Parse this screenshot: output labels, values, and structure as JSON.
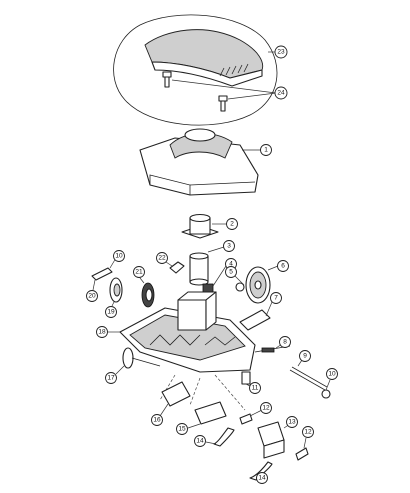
{
  "callouts": [
    {
      "id": "c23",
      "label": "23"
    },
    {
      "id": "c24",
      "label": "24"
    },
    {
      "id": "c1",
      "label": "1"
    },
    {
      "id": "c2",
      "label": "2"
    },
    {
      "id": "c3",
      "label": "3"
    },
    {
      "id": "c4",
      "label": "4"
    },
    {
      "id": "c5",
      "label": "5"
    },
    {
      "id": "c6",
      "label": "6"
    },
    {
      "id": "c7",
      "label": "7"
    },
    {
      "id": "c8",
      "label": "8"
    },
    {
      "id": "c9",
      "label": "9"
    },
    {
      "id": "c10a",
      "label": "10"
    },
    {
      "id": "c10b",
      "label": "10"
    },
    {
      "id": "c11",
      "label": "11"
    },
    {
      "id": "c12a",
      "label": "12"
    },
    {
      "id": "c12b",
      "label": "12"
    },
    {
      "id": "c13",
      "label": "13"
    },
    {
      "id": "c14a",
      "label": "14"
    },
    {
      "id": "c14b",
      "label": "14"
    },
    {
      "id": "c15",
      "label": "15"
    },
    {
      "id": "c16",
      "label": "16"
    },
    {
      "id": "c17",
      "label": "17"
    },
    {
      "id": "c18",
      "label": "18"
    },
    {
      "id": "c19",
      "label": "19"
    },
    {
      "id": "c20",
      "label": "20"
    },
    {
      "id": "c21",
      "label": "21"
    },
    {
      "id": "c22",
      "label": "22"
    }
  ]
}
